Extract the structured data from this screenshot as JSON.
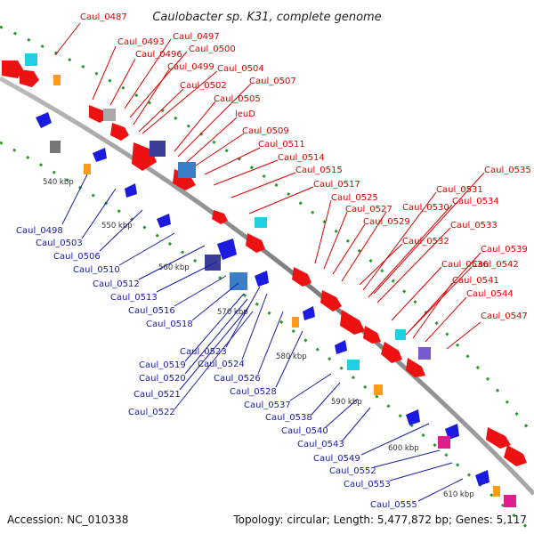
{
  "title": "Caulobacter sp. K31, complete genome",
  "footer": {
    "accession": "Accession: NC_010338",
    "topology": "Topology: circular; Length: 5,477,872 bp; Genes: 5,117"
  },
  "ticks": [
    "540 kbp",
    "550 kbp",
    "560 kbp",
    "570 kbp",
    "580 kbp",
    "590 kbp",
    "600 kbp",
    "610 kbp"
  ],
  "labels_top": [
    "Caul_0487",
    "Caul_0493",
    "Caul_0497",
    "Caul_0496",
    "Caul_0500",
    "Caul_0499",
    "Caul_0504",
    "Caul_0502",
    "Caul_0507",
    "Caul_0505",
    "leuD",
    "Caul_0509",
    "Caul_0511",
    "Caul_0514",
    "Caul_0515",
    "Caul_0517",
    "Caul_0525",
    "Caul_0527",
    "Caul_0529",
    "Caul_0530",
    "Caul_0531",
    "Caul_0535",
    "Caul_0534",
    "Caul_0533",
    "Caul_0532",
    "Caul_0536",
    "Caul_0539",
    "Caul_0542",
    "Caul_0541",
    "Caul_0544",
    "Caul_0547"
  ],
  "labels_bottom": [
    "Caul_0498",
    "Caul_0503",
    "Caul_0506",
    "Caul_0510",
    "Caul_0512",
    "Caul_0513",
    "Caul_0516",
    "Caul_0518",
    "Caul_0523",
    "Caul_0519",
    "Caul_0524",
    "Caul_0520",
    "Caul_0526",
    "Caul_0521",
    "Caul_0528",
    "Caul_0522",
    "Caul_0537",
    "Caul_0538",
    "Caul_0540",
    "Caul_0543",
    "Caul_0549",
    "Caul_0552",
    "Caul_0553",
    "Caul_0555"
  ],
  "colors": {
    "forward": "#ee1111",
    "reverse": "#1a1ae0",
    "backbone": "#888888",
    "gc": "#2a9a2a"
  }
}
